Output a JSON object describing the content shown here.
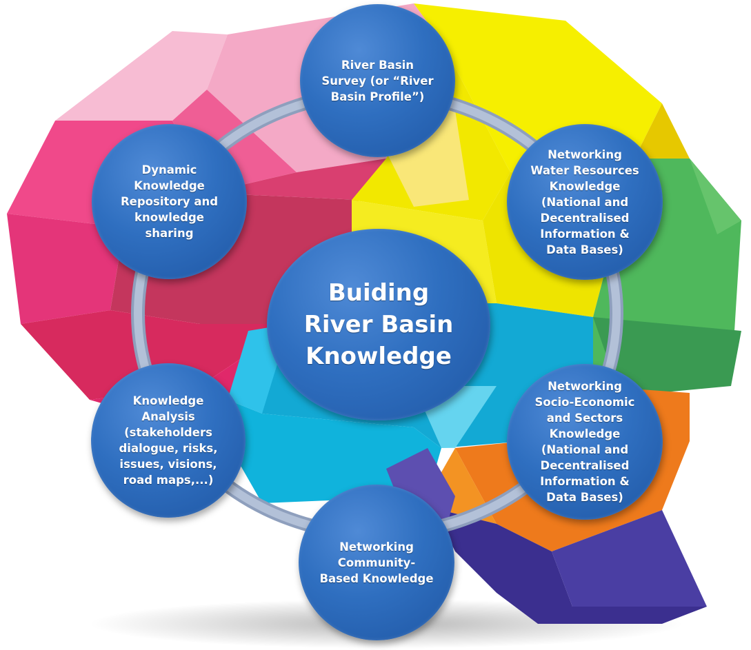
{
  "diagram": {
    "center": {
      "label": "Buiding\nRiver Basin\nKnowledge"
    },
    "nodes": [
      {
        "id": "survey",
        "label": "River Basin\nSurvey (or “River\nBasin Profile”)"
      },
      {
        "id": "water",
        "label": "Networking\nWater Resources\nKnowledge\n(National and\nDecentralised\nInformation &\nData Bases)"
      },
      {
        "id": "socio",
        "label": "Networking\nSocio-Economic\nand Sectors\nKnowledge\n(National and\nDecentralised\nInformation &\nData Bases)"
      },
      {
        "id": "community",
        "label": "Networking\nCommunity-\nBased Knowledge"
      },
      {
        "id": "analysis",
        "label": "Knowledge\nAnalysis\n(stakeholders\ndialogue, risks,\nissues, visions,\nroad maps,...)"
      },
      {
        "id": "repository",
        "label": "Dynamic\nKnowledge\nRepository and\nknowledge\nsharing"
      }
    ],
    "colors": {
      "node_fill": "#2f6fc0",
      "ring": "#a3b3cc",
      "brain_pink": "#e8336f",
      "brain_light_pink": "#f4a6c4",
      "brain_yellow": "#f2ee00",
      "brain_green": "#3fae5a",
      "brain_cyan": "#17b0d8",
      "brain_orange": "#ef7d1a",
      "brain_purple": "#4a3a9c"
    }
  }
}
